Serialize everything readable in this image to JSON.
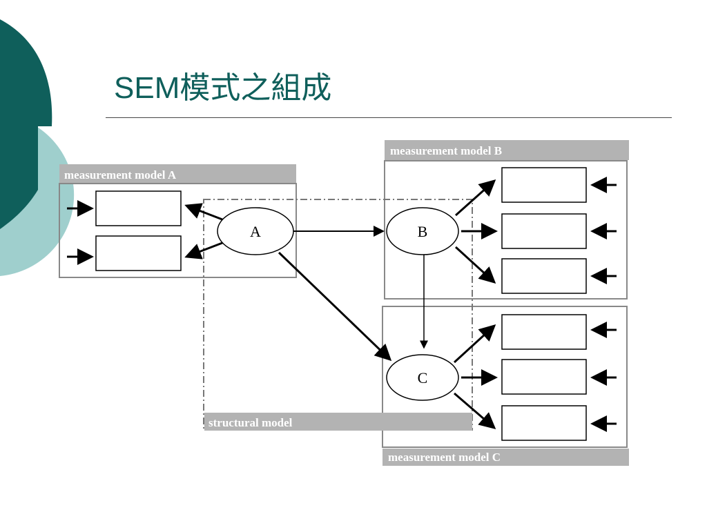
{
  "slide": {
    "title": "SEM模式之組成"
  },
  "diagram": {
    "labels": {
      "measurement_a": "measurement model A",
      "measurement_b": "measurement model B",
      "measurement_c": "measurement model C",
      "structural": "structural model"
    },
    "nodes": {
      "a": "A",
      "b": "B",
      "c": "C"
    }
  },
  "colors": {
    "title": "#0f5f5b",
    "decor_dark": "#0f5f5b",
    "decor_light": "#9fcfcd",
    "label_band": "#b3b3b3"
  }
}
